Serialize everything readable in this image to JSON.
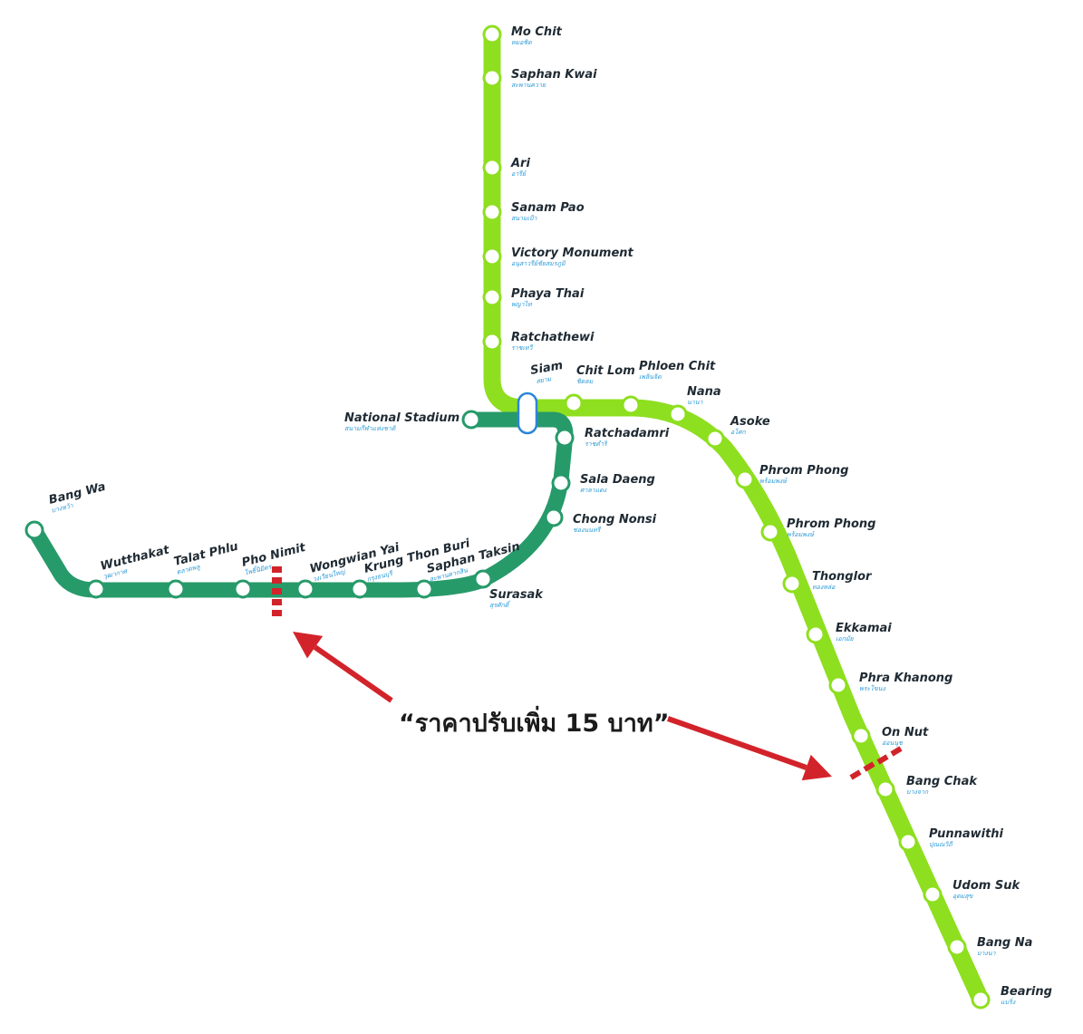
{
  "colors": {
    "sukhumvit_line": "#8edf1f",
    "silom_line": "#279a6a",
    "station_fill": "#ffffff",
    "interchange_outline": "#2c86d6",
    "fare_marker": "#d3232a",
    "arrow": "#d3232a",
    "label_en": "#1f2a33",
    "label_th": "#2c9ad6"
  },
  "callout": {
    "text": "“ราคาปรับเพิ่ม 15 บาท”"
  },
  "interchange": {
    "name_en": "Siam",
    "name_th": "สยาม"
  },
  "lines": {
    "sukhumvit": {
      "stations": [
        {
          "en": "Mo Chit",
          "th": "หมอชิต"
        },
        {
          "en": "Saphan Kwai",
          "th": "สะพานควาย"
        },
        {
          "en": "Ari",
          "th": "อารีย์"
        },
        {
          "en": "Sanam Pao",
          "th": "สนามเป้า"
        },
        {
          "en": "Victory Monument",
          "th": "อนุสาวรีย์ชัยสมรภูมิ"
        },
        {
          "en": "Phaya Thai",
          "th": "พญาไท"
        },
        {
          "en": "Ratchathewi",
          "th": "ราชเทวี"
        },
        {
          "en": "Chit Lom",
          "th": "ชิดลม"
        },
        {
          "en": "Phloen Chit",
          "th": "เพลินจิต"
        },
        {
          "en": "Nana",
          "th": "นานา"
        },
        {
          "en": "Asoke",
          "th": "อโศก"
        },
        {
          "en": "Phrom Phong",
          "th": "พร้อมพงษ์"
        },
        {
          "en": "Phrom Phong",
          "th": "พร้อมพงษ์"
        },
        {
          "en": "Thonglor",
          "th": "ทองหล่อ"
        },
        {
          "en": "Ekkamai",
          "th": "เอกมัย"
        },
        {
          "en": "Phra Khanong",
          "th": "พระโขนง"
        },
        {
          "en": "On Nut",
          "th": "อ่อนนุช"
        },
        {
          "en": "Bang Chak",
          "th": "บางจาก"
        },
        {
          "en": "Punnawithi",
          "th": "ปุณณวิถี"
        },
        {
          "en": "Udom Suk",
          "th": "อุดมสุข"
        },
        {
          "en": "Bang Na",
          "th": "บางนา"
        },
        {
          "en": "Bearing",
          "th": "แบริ่ง"
        }
      ]
    },
    "silom": {
      "stations": [
        {
          "en": "National Stadium",
          "th": "สนามกีฬาแห่งชาติ"
        },
        {
          "en": "Ratchadamri",
          "th": "ราชดำริ"
        },
        {
          "en": "Sala Daeng",
          "th": "ศาลาแดง"
        },
        {
          "en": "Chong Nonsi",
          "th": "ช่องนนทรี"
        },
        {
          "en": "Surasak",
          "th": "สุรศักดิ์"
        },
        {
          "en": "Saphan Taksin",
          "th": "สะพานตากสิน"
        },
        {
          "en": "Krung Thon Buri",
          "th": "กรุงธนบุรี"
        },
        {
          "en": "Wongwian Yai",
          "th": "วงเวียนใหญ่"
        },
        {
          "en": "Pho Nimit",
          "th": "โพธิ์นิมิตร"
        },
        {
          "en": "Talat Phlu",
          "th": "ตลาดพลู"
        },
        {
          "en": "Wutthakat",
          "th": "วุฒากาศ"
        },
        {
          "en": "Bang Wa",
          "th": "บางหว้า"
        }
      ]
    }
  }
}
